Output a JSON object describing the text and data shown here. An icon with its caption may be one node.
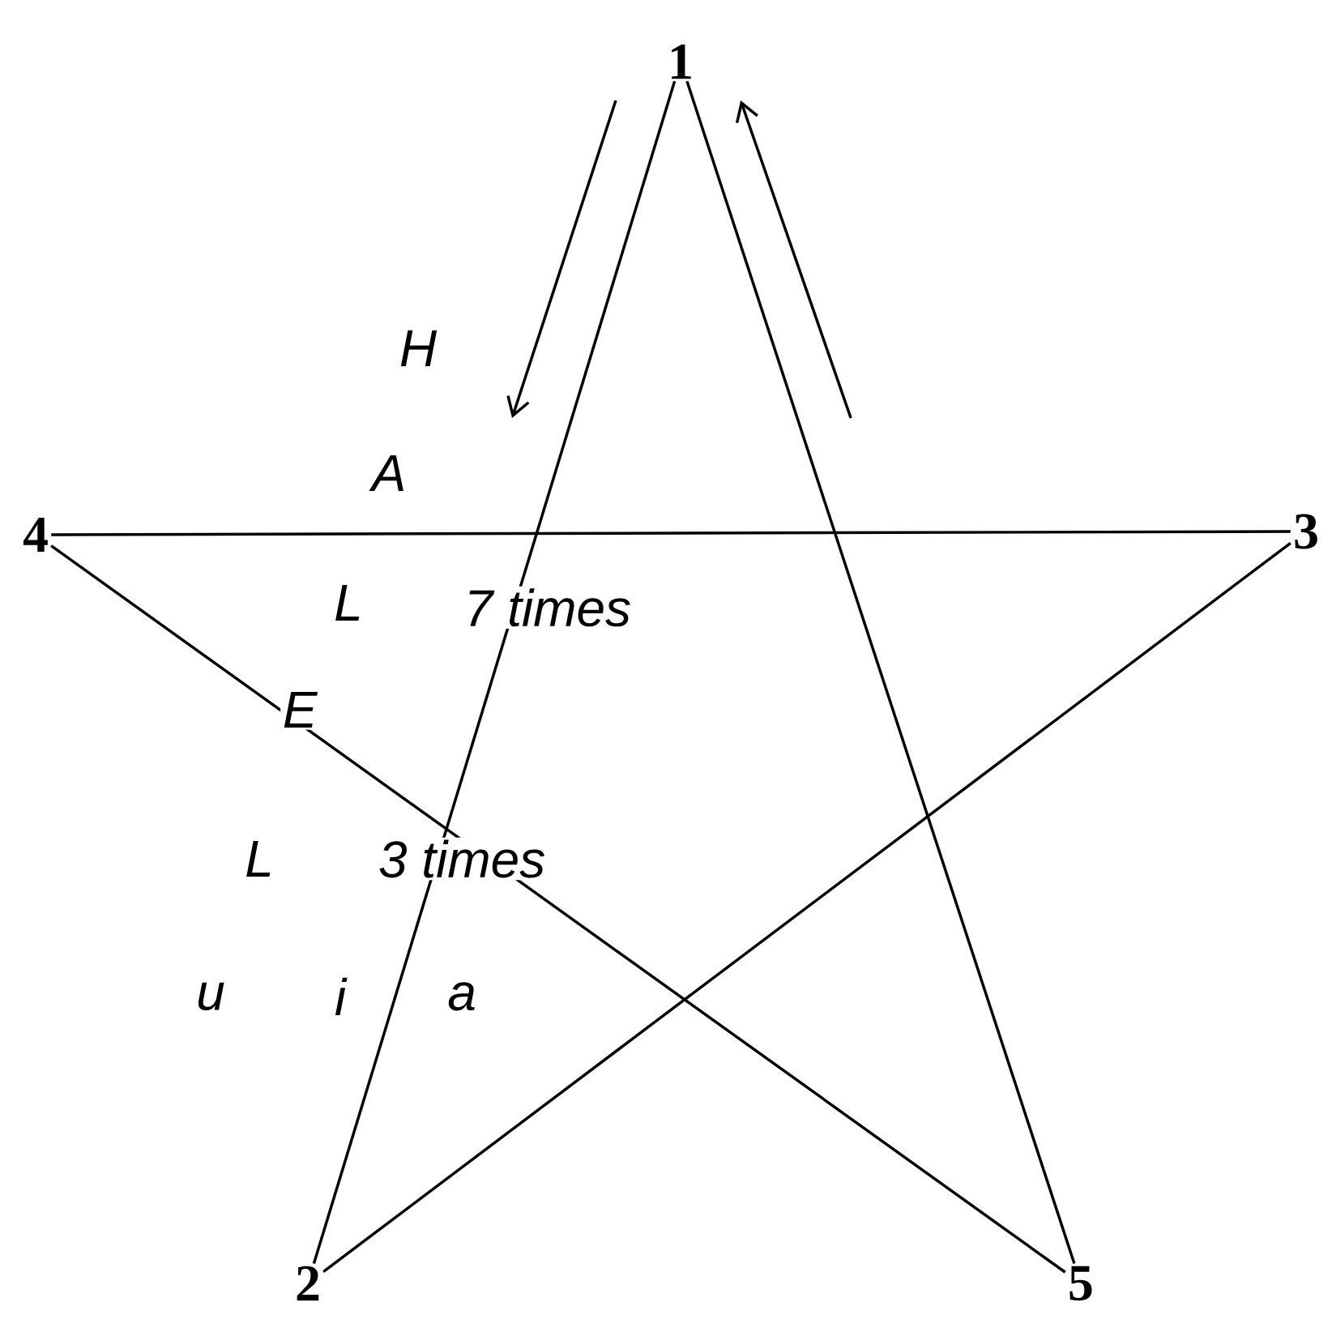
{
  "diagram": {
    "nodes": [
      {
        "text": [
          "1"
        ]
      },
      {
        "text": [
          "2"
        ]
      },
      {
        "text": [
          "3"
        ]
      },
      {
        "text": [
          "4"
        ]
      },
      {
        "text": [
          "5"
        ]
      }
    ],
    "edges": [
      {
        "from": 0,
        "to": 1,
        "arrow": "none"
      },
      {
        "from": 1,
        "to": 2,
        "arrow": "none"
      },
      {
        "from": 2,
        "to": 3,
        "arrow": "none"
      },
      {
        "from": 3,
        "to": 4,
        "arrow": "none"
      },
      {
        "from": 4,
        "to": 0,
        "arrow": "none"
      }
    ],
    "labels": [
      "H",
      "A",
      "L",
      "7 times",
      "E",
      "L",
      "3 times",
      "u",
      "i",
      "a"
    ]
  }
}
